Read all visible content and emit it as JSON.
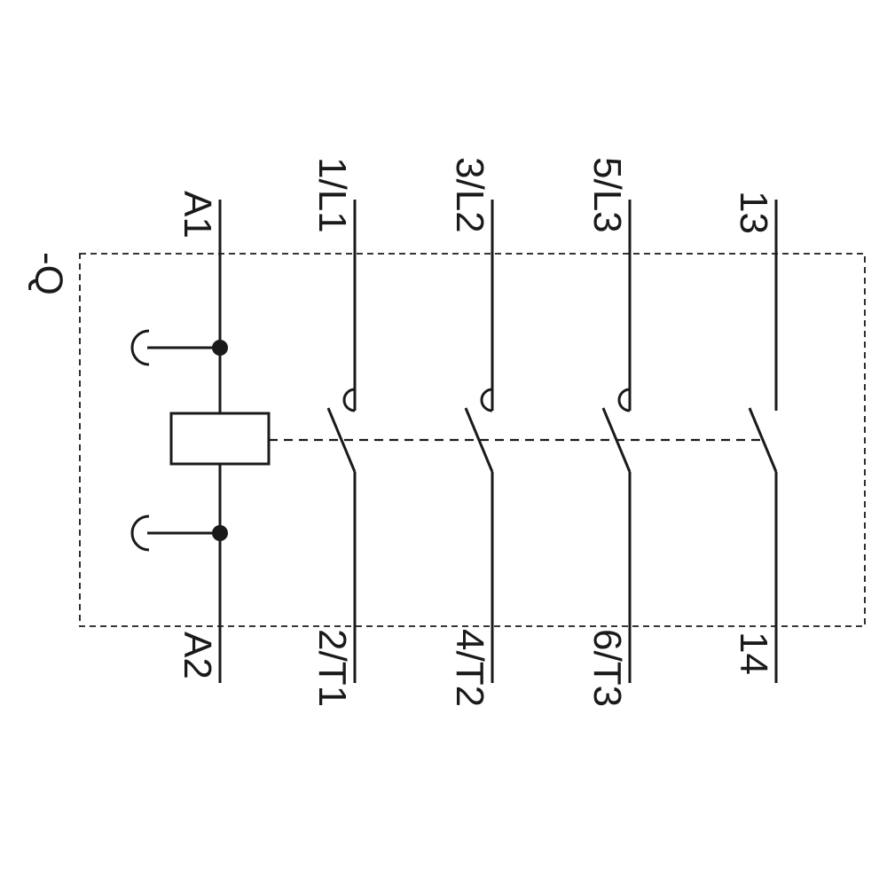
{
  "diagram": {
    "device_label": "-Q",
    "coil": {
      "top_terminal": "A1",
      "bottom_terminal": "A2"
    },
    "poles": [
      {
        "top_terminal": "1/L1",
        "bottom_terminal": "2/T1"
      },
      {
        "top_terminal": "3/L2",
        "bottom_terminal": "4/T2"
      },
      {
        "top_terminal": "5/L3",
        "bottom_terminal": "6/T3"
      },
      {
        "top_terminal": "13",
        "bottom_terminal": "14"
      }
    ]
  },
  "colors": {
    "line": "#1a1a1a",
    "background": "#ffffff"
  }
}
